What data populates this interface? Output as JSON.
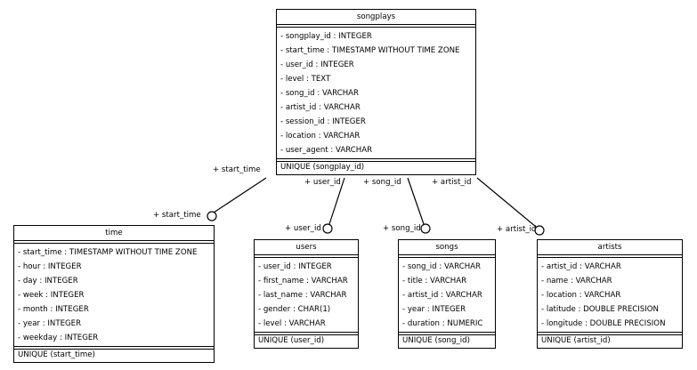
{
  "entities": {
    "songplays": {
      "title": "songplays",
      "attributes": [
        "- songplay_id : INTEGER",
        "- start_time : TIMESTAMP WITHOUT TIME ZONE",
        "- user_id : INTEGER",
        "- level : TEXT",
        "- song_id : VARCHAR",
        "- artist_id : VARCHAR",
        "- session_id : INTEGER",
        "- location : VARCHAR",
        "- user_agent : VARCHAR"
      ],
      "constraint": "UNIQUE (songplay_id)"
    },
    "time": {
      "title": "time",
      "attributes": [
        "- start_time : TIMESTAMP WITHOUT TIME ZONE",
        "- hour : INTEGER",
        "- day : INTEGER",
        "- week : INTEGER",
        "- month : INTEGER",
        "- year : INTEGER",
        "- weekday : INTEGER"
      ],
      "constraint": "UNIQUE (start_time)"
    },
    "users": {
      "title": "users",
      "attributes": [
        "- user_id : INTEGER",
        "- first_name : VARCHAR",
        "- last_name : VARCHAR",
        "- gender : CHAR(1)",
        "- level : VARCHAR"
      ],
      "constraint": "UNIQUE (user_id)"
    },
    "songs": {
      "title": "songs",
      "attributes": [
        "- song_id : VARCHAR",
        "- title : VARCHAR",
        "- artist_id : VARCHAR",
        "- year : INTEGER",
        "- duration : NUMERIC"
      ],
      "constraint": "UNIQUE (song_id)"
    },
    "artists": {
      "title": "artists",
      "attributes": [
        "- artist_id : VARCHAR",
        "- name : VARCHAR",
        "- location : VARCHAR",
        "- latitude : DOUBLE PRECISION",
        "- longitude : DOUBLE PRECISION"
      ],
      "constraint": "UNIQUE (artist_id)"
    }
  },
  "relations": [
    {
      "source_label": "+ start_time",
      "target_label": "+ start_time"
    },
    {
      "source_label": "+ user_id",
      "target_label": "+ user_id"
    },
    {
      "source_label": "+ song_id",
      "target_label": "+ song_id"
    },
    {
      "source_label": "+ artist_id",
      "target_label": "+ artist_id"
    }
  ]
}
